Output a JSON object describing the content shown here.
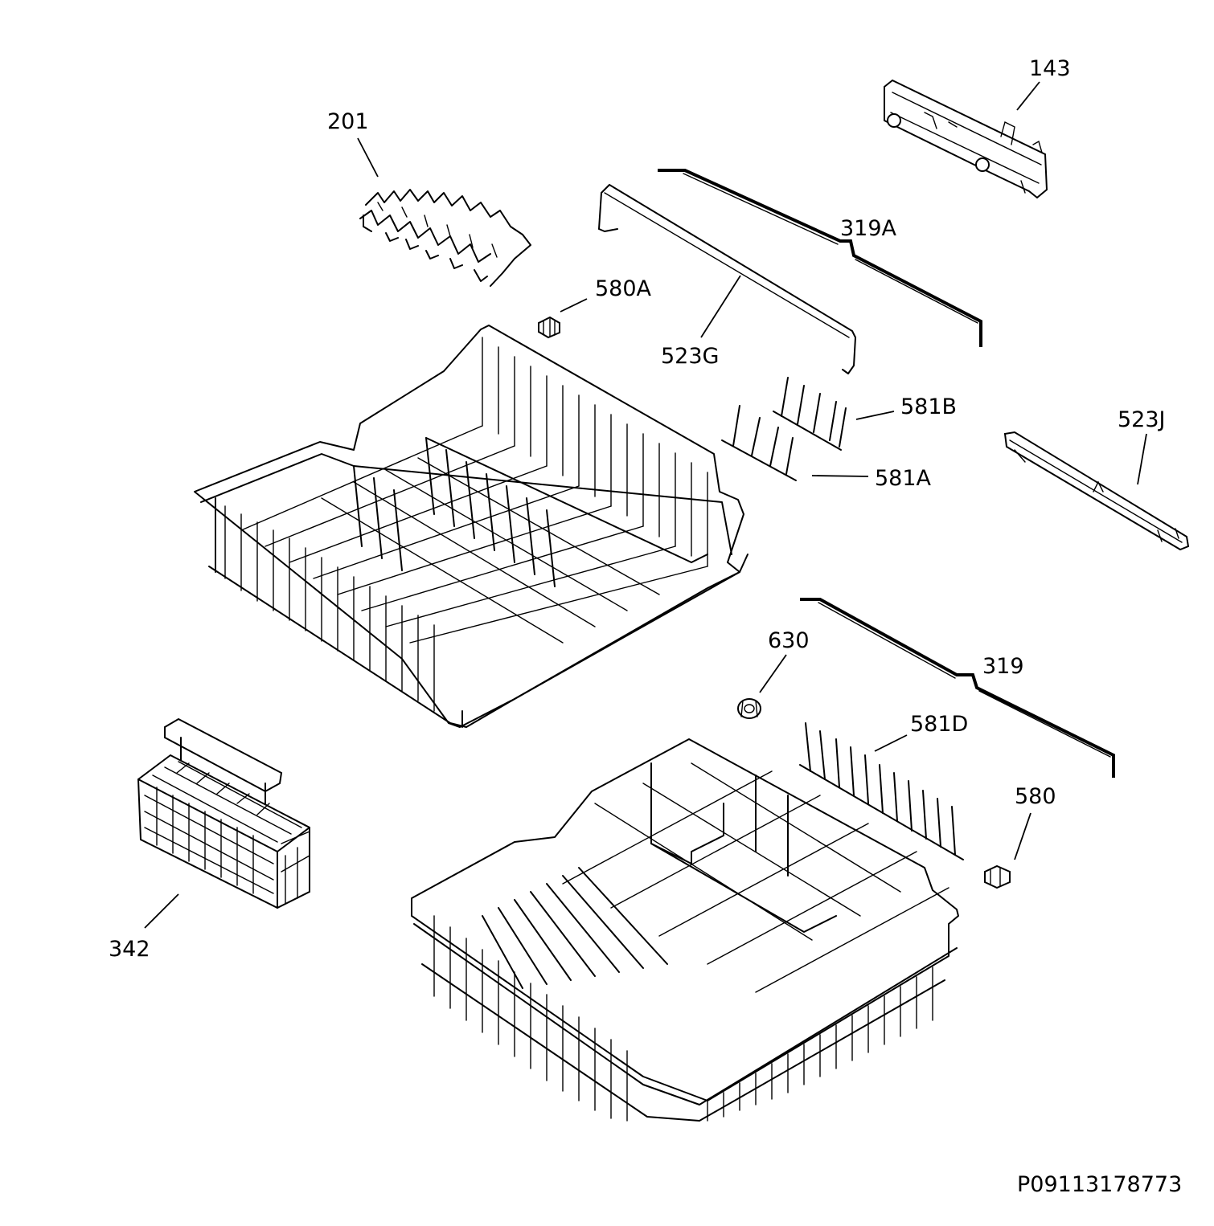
{
  "diagram": {
    "drawing_code": "P09113178773",
    "parts": [
      {
        "id": "143",
        "label": "143"
      },
      {
        "id": "201",
        "label": "201"
      },
      {
        "id": "319A",
        "label": "319A"
      },
      {
        "id": "580A",
        "label": "580A"
      },
      {
        "id": "523G",
        "label": "523G"
      },
      {
        "id": "581B",
        "label": "581B"
      },
      {
        "id": "523J",
        "label": "523J"
      },
      {
        "id": "581A",
        "label": "581A"
      },
      {
        "id": "630",
        "label": "630"
      },
      {
        "id": "319",
        "label": "319"
      },
      {
        "id": "581D",
        "label": "581D"
      },
      {
        "id": "580",
        "label": "580"
      },
      {
        "id": "342",
        "label": "342"
      }
    ]
  }
}
